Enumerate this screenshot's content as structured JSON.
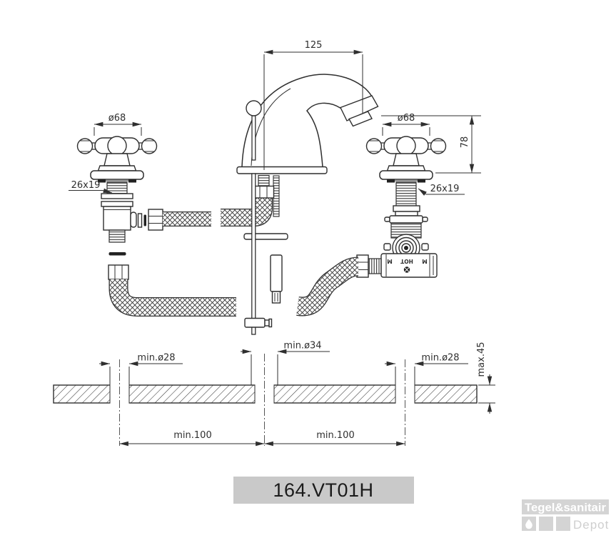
{
  "product_code": "164.VT01H",
  "logo": {
    "brand": "Tegel&sanitair",
    "sub_brand": "Depot"
  },
  "dimensions": {
    "spout_reach": "125",
    "left_handle_dia": "ø68",
    "right_handle_dia": "ø68",
    "spout_height": "78",
    "left_thread": "26x19",
    "right_thread": "26x19",
    "left_hole": "min.ø28",
    "center_hole": "min.ø34",
    "right_hole": "min.ø28",
    "deck_thickness": "max.45",
    "left_spacing": "min.100",
    "right_spacing": "min.100"
  },
  "valve_markings": {
    "hot": "HOT",
    "m_left": "M",
    "m_right": "M"
  },
  "colors": {
    "line": "#2f2f2f",
    "code_box_bg": "#c9c9c9",
    "logo_gray": "#d4d4d4",
    "logo_sub_text": "#cfcfcf"
  }
}
